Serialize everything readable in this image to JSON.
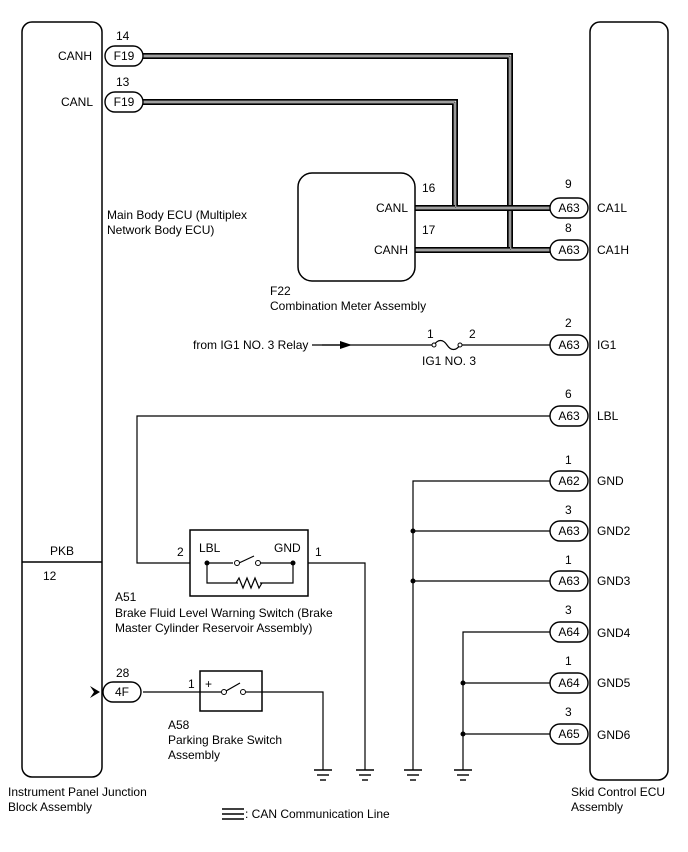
{
  "components": {
    "main_body_ecu": {
      "name": "Main Body ECU (Multiplex Network Body ECU)",
      "line1": "Main Body ECU (Multiplex",
      "line2": "Network Body ECU)",
      "pins": {
        "canh": "CANH",
        "canl": "CANL"
      }
    },
    "instrument_panel_jb": {
      "line1": "Instrument Panel Junction",
      "line2": "Block Assembly",
      "pin_pkb": "PKB"
    },
    "skid_control_ecu": {
      "line1": "Skid Control ECU",
      "line2": "Assembly",
      "pins": {
        "ca1l": "CA1L",
        "ca1h": "CA1H",
        "ig1": "IG1",
        "lbl": "LBL",
        "gnd": "GND",
        "gnd2": "GND2",
        "gnd3": "GND3",
        "gnd4": "GND4",
        "gnd5": "GND5",
        "gnd6": "GND6"
      }
    },
    "combination_meter": {
      "code": "F22",
      "name": "Combination Meter Assembly",
      "pins": {
        "canl": "CANL",
        "canh": "CANH"
      }
    },
    "brake_fluid_switch": {
      "code": "A51",
      "line1": "Brake Fluid Level Warning Switch (Brake",
      "line2": "Master Cylinder Reservoir Assembly)",
      "pin_lbl": "LBL",
      "pin_gnd": "GND"
    },
    "parking_brake_switch": {
      "code": "A58",
      "line1": "Parking Brake Switch",
      "line2": "Assembly",
      "plus": "+"
    },
    "fuse": {
      "name": "IG1 NO. 3"
    },
    "relay_source": "from IG1 NO. 3 Relay"
  },
  "connectors": {
    "f19": "F19",
    "a63": "A63",
    "a62": "A62",
    "a64": "A64",
    "a65": "A65",
    "c4f": "4F"
  },
  "pin_numbers": {
    "f19_canh": "14",
    "f19_canl": "13",
    "f22_canl": "16",
    "f22_canh": "17",
    "a63_ca1l": "9",
    "a63_ca1h": "8",
    "a63_ig1": "2",
    "fuse_in": "1",
    "fuse_out": "2",
    "a63_lbl": "6",
    "a62_gnd": "1",
    "a63_gnd2": "3",
    "a63_gnd3": "1",
    "a64_gnd4": "3",
    "a64_gnd5": "1",
    "a65_gnd6": "3",
    "a51_lbl": "2",
    "a51_gnd": "1",
    "pkb": "12",
    "c4f_pin": "28",
    "a58_pin": "1"
  },
  "legend": {
    "label": ": CAN Communication Line"
  }
}
